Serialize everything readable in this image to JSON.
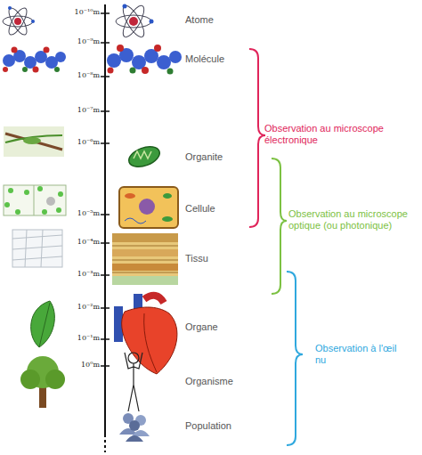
{
  "diagram": {
    "labels": [
      "10⁻¹⁰m",
      "10⁻⁹m",
      "10⁻⁸m",
      "10⁻⁷m",
      "10⁻⁶m",
      "10⁻⁵m",
      "10⁻⁴m",
      "10⁻³m",
      "10⁻²m",
      "10⁻¹m",
      "10⁰m",
      "Atome",
      "Molécule",
      "Organite",
      "Cellule",
      "Tissu",
      "Organe",
      "Organisme",
      "Population",
      "Observation au microscope électronique",
      "Observation au microscope optique (ou photonique)",
      "Observation à l'œil nu"
    ]
  }
}
